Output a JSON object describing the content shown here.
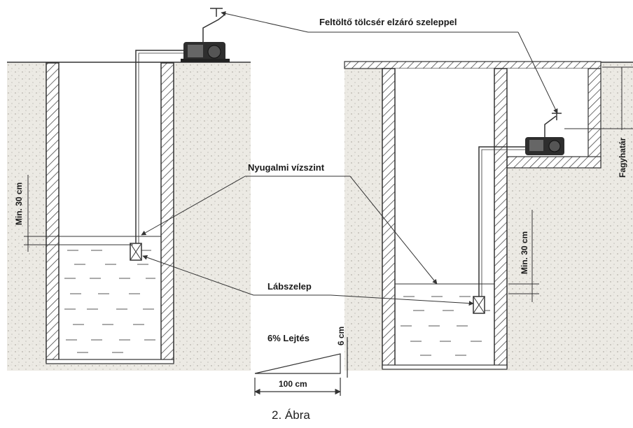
{
  "labels": {
    "funnel_valve": "Feltöltő tölcsér elzáró szeleppel",
    "static_water_level": "Nyugalmi vízszint",
    "foot_valve": "Lábszelep",
    "slope": "6% Lejtés",
    "slope_rise": "6 cm",
    "slope_run": "100 cm",
    "min_left": "Min. 30 cm",
    "min_right": "Min. 30 cm",
    "frost_line": "Fagyhatár"
  },
  "caption": "2. Ábra",
  "colors": {
    "line": "#333333",
    "soil": "#e6e4de",
    "water_dash": "#555555",
    "pump": "#333333"
  }
}
